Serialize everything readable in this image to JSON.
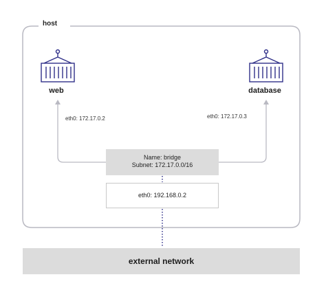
{
  "host": {
    "label": "host"
  },
  "containers": [
    {
      "name": "web",
      "eth": "eth0: 172.17.0.2"
    },
    {
      "name": "database",
      "eth": "eth0: 172.17.0.3"
    }
  ],
  "bridge": {
    "name_line": "Name: bridge",
    "subnet_line": "Subnet: 172.17.0.0/16"
  },
  "host_interface": {
    "label": "eth0: 192.168.0.2"
  },
  "external": {
    "label": "external network"
  },
  "colors": {
    "icon": "#2f2f88",
    "line": "#b9b9c2",
    "dotted": "#2f2f88",
    "box_fill": "#dcdcdc"
  }
}
